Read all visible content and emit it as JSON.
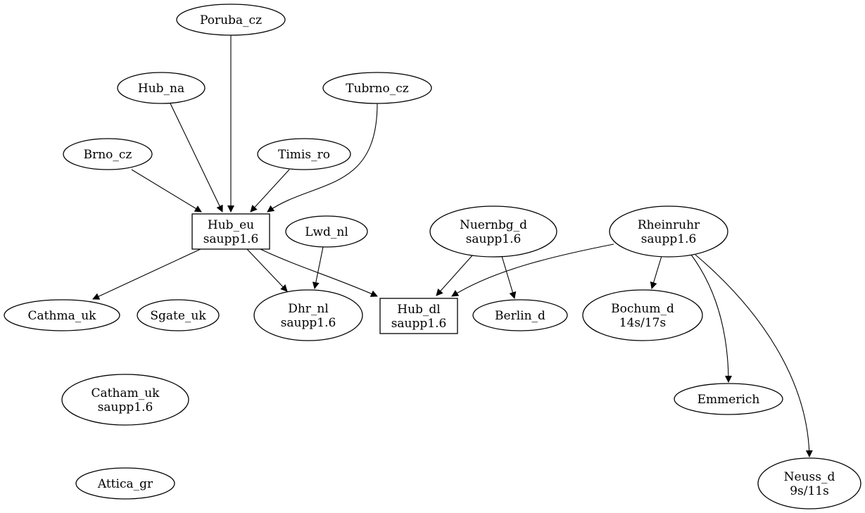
{
  "graph": {
    "nodes": [
      {
        "id": "poruba",
        "lines": [
          "Poruba_cz"
        ],
        "shape": "ellipse"
      },
      {
        "id": "hub_na",
        "lines": [
          "Hub_na"
        ],
        "shape": "ellipse"
      },
      {
        "id": "tubrno",
        "lines": [
          "Tubrno_cz"
        ],
        "shape": "ellipse"
      },
      {
        "id": "brno",
        "lines": [
          "Brno_cz"
        ],
        "shape": "ellipse"
      },
      {
        "id": "timis",
        "lines": [
          "Timis_ro"
        ],
        "shape": "ellipse"
      },
      {
        "id": "hub_eu",
        "lines": [
          "Hub_eu",
          "saupp1.6"
        ],
        "shape": "box"
      },
      {
        "id": "lwd",
        "lines": [
          "Lwd_nl"
        ],
        "shape": "ellipse"
      },
      {
        "id": "nuernbg",
        "lines": [
          "Nuernbg_d",
          "saupp1.6"
        ],
        "shape": "ellipse"
      },
      {
        "id": "rheinruhr",
        "lines": [
          "Rheinruhr",
          "saupp1.6"
        ],
        "shape": "ellipse"
      },
      {
        "id": "cathma",
        "lines": [
          "Cathma_uk"
        ],
        "shape": "ellipse"
      },
      {
        "id": "sgate",
        "lines": [
          "Sgate_uk"
        ],
        "shape": "ellipse"
      },
      {
        "id": "dhr",
        "lines": [
          "Dhr_nl",
          "saupp1.6"
        ],
        "shape": "ellipse"
      },
      {
        "id": "hub_dl",
        "lines": [
          "Hub_dl",
          "saupp1.6"
        ],
        "shape": "box"
      },
      {
        "id": "berlin",
        "lines": [
          "Berlin_d"
        ],
        "shape": "ellipse"
      },
      {
        "id": "bochum",
        "lines": [
          "Bochum_d",
          "14s/17s"
        ],
        "shape": "ellipse"
      },
      {
        "id": "catham",
        "lines": [
          "Catham_uk",
          "saupp1.6"
        ],
        "shape": "ellipse"
      },
      {
        "id": "emmerich",
        "lines": [
          "Emmerich"
        ],
        "shape": "ellipse"
      },
      {
        "id": "attica",
        "lines": [
          "Attica_gr"
        ],
        "shape": "ellipse"
      },
      {
        "id": "neuss",
        "lines": [
          "Neuss_d",
          "9s/11s"
        ],
        "shape": "ellipse"
      }
    ],
    "edges": [
      {
        "from": "poruba",
        "to": "hub_eu"
      },
      {
        "from": "hub_na",
        "to": "hub_eu"
      },
      {
        "from": "brno",
        "to": "hub_eu"
      },
      {
        "from": "timis",
        "to": "hub_eu"
      },
      {
        "from": "tubrno",
        "to": "hub_eu"
      },
      {
        "from": "hub_eu",
        "to": "cathma"
      },
      {
        "from": "hub_eu",
        "to": "dhr"
      },
      {
        "from": "hub_eu",
        "to": "hub_dl"
      },
      {
        "from": "lwd",
        "to": "dhr"
      },
      {
        "from": "nuernbg",
        "to": "hub_dl"
      },
      {
        "from": "nuernbg",
        "to": "berlin"
      },
      {
        "from": "rheinruhr",
        "to": "hub_dl"
      },
      {
        "from": "rheinruhr",
        "to": "bochum"
      },
      {
        "from": "rheinruhr",
        "to": "emmerich"
      },
      {
        "from": "rheinruhr",
        "to": "neuss"
      },
      {
        "from": "cathma",
        "to": "catham"
      },
      {
        "from": "sgate",
        "to": "catham"
      },
      {
        "from": "catham",
        "to": "attica"
      }
    ]
  }
}
